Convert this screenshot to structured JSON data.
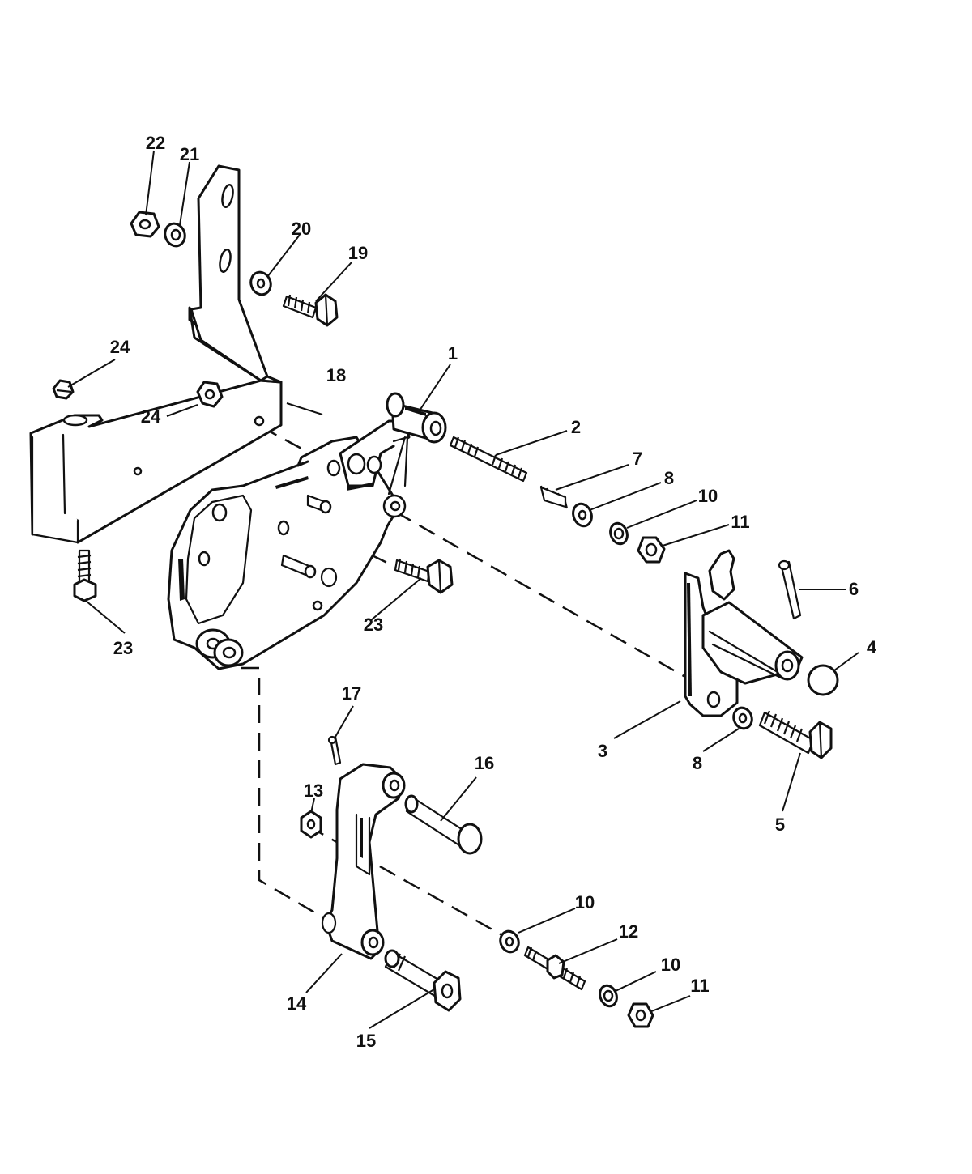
{
  "callouts": [
    {
      "id": "c1",
      "text": "1"
    },
    {
      "id": "c2",
      "text": "2"
    },
    {
      "id": "c3",
      "text": "3"
    },
    {
      "id": "c4",
      "text": "4"
    },
    {
      "id": "c5",
      "text": "5"
    },
    {
      "id": "c6",
      "text": "6"
    },
    {
      "id": "c7",
      "text": "7"
    },
    {
      "id": "c8a",
      "text": "8"
    },
    {
      "id": "c8b",
      "text": "8"
    },
    {
      "id": "c10a",
      "text": "10"
    },
    {
      "id": "c10b",
      "text": "10"
    },
    {
      "id": "c10c",
      "text": "10"
    },
    {
      "id": "c11a",
      "text": "11"
    },
    {
      "id": "c11b",
      "text": "11"
    },
    {
      "id": "c12",
      "text": "12"
    },
    {
      "id": "c13",
      "text": "13"
    },
    {
      "id": "c14",
      "text": "14"
    },
    {
      "id": "c15",
      "text": "15"
    },
    {
      "id": "c16",
      "text": "16"
    },
    {
      "id": "c17",
      "text": "17"
    },
    {
      "id": "c18",
      "text": "18"
    },
    {
      "id": "c19",
      "text": "19"
    },
    {
      "id": "c20",
      "text": "20"
    },
    {
      "id": "c21",
      "text": "21"
    },
    {
      "id": "c22",
      "text": "22"
    },
    {
      "id": "c23a",
      "text": "23"
    },
    {
      "id": "c23b",
      "text": "23"
    },
    {
      "id": "c24a",
      "text": "24"
    },
    {
      "id": "c24b",
      "text": "24"
    }
  ]
}
